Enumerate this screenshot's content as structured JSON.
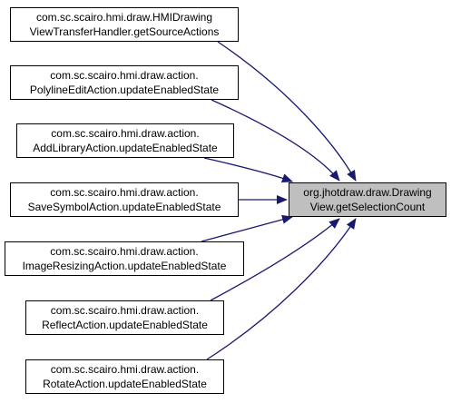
{
  "colors": {
    "edge": "#191970",
    "target_fill": "#bfbfbf",
    "node_fill": "#ffffff",
    "border": "#000000"
  },
  "target": {
    "line1": "org.jhotdraw.draw.Drawing",
    "line2": "View.getSelectionCount"
  },
  "callers": [
    {
      "line1": "com.sc.scairo.hmi.draw.HMIDrawing",
      "line2": "ViewTransferHandler.getSourceActions"
    },
    {
      "line1": "com.sc.scairo.hmi.draw.action.",
      "line2": "PolylineEditAction.updateEnabledState"
    },
    {
      "line1": "com.sc.scairo.hmi.draw.action.",
      "line2": "AddLibraryAction.updateEnabledState"
    },
    {
      "line1": "com.sc.scairo.hmi.draw.action.",
      "line2": "SaveSymbolAction.updateEnabledState"
    },
    {
      "line1": "com.sc.scairo.hmi.draw.action.",
      "line2": "ImageResizingAction.updateEnabledState"
    },
    {
      "line1": "com.sc.scairo.hmi.draw.action.",
      "line2": "ReflectAction.updateEnabledState"
    },
    {
      "line1": "com.sc.scairo.hmi.draw.action.",
      "line2": "RotateAction.updateEnabledState"
    }
  ]
}
